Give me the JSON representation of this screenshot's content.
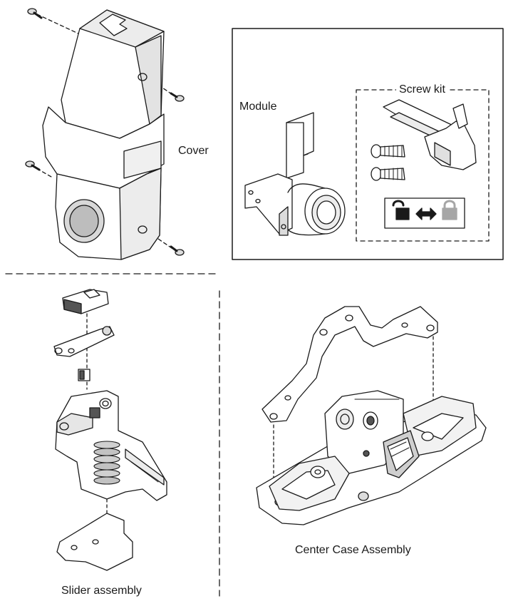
{
  "labels": {
    "cover": "Cover",
    "module": "Module",
    "screw_kit": "Screw kit",
    "center_case": "Center Case Assembly",
    "slider": "Slider assembly"
  },
  "icons": {
    "unlock": "unlocked-padlock-icon",
    "arrow": "double-arrow-icon",
    "lock": "locked-padlock-icon"
  },
  "colors": {
    "line": "#1a1a1a",
    "fill": "#ffffff",
    "shade": "#dcdcdc",
    "dark_shade": "#9a9a9a",
    "lock_gray": "#a6a6a6"
  }
}
